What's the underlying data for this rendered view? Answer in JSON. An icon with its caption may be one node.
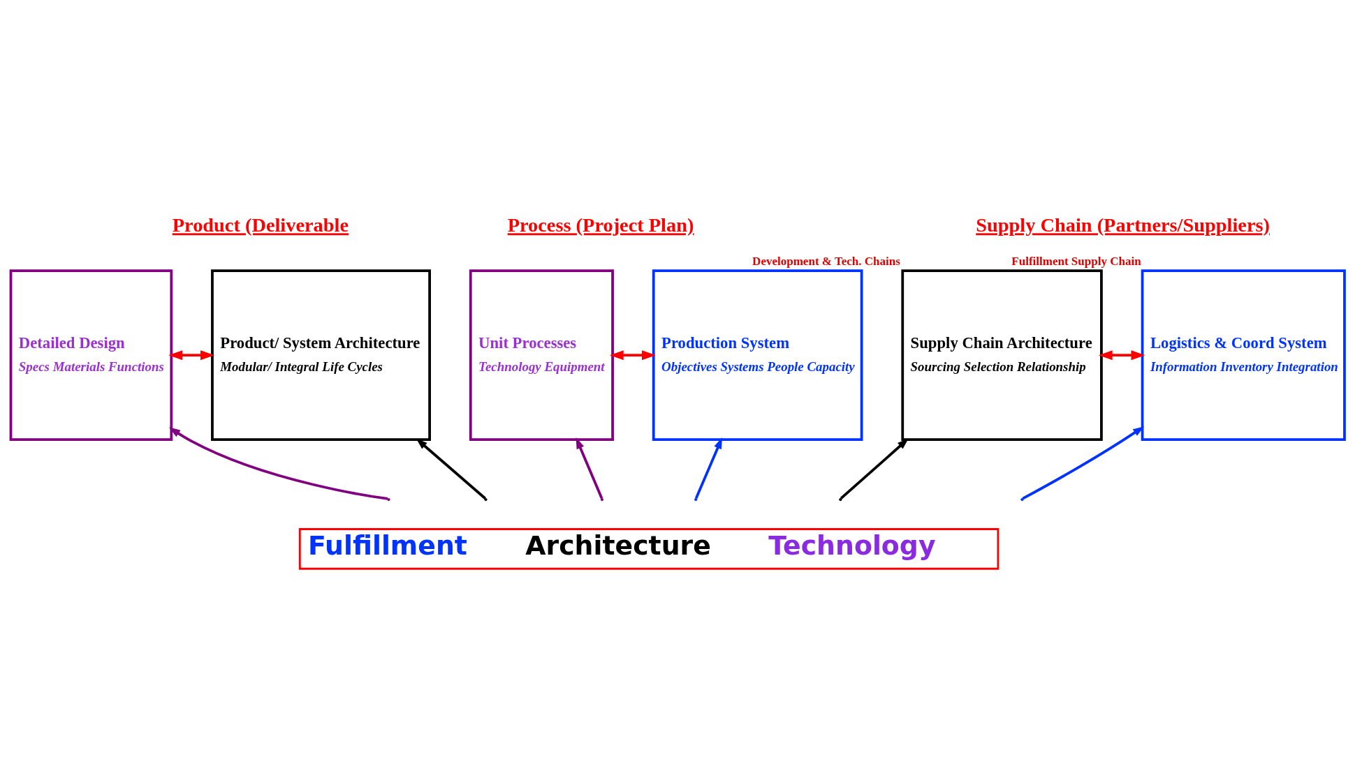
{
  "diagram": {
    "nodes": [
      {
        "text": [
          "Detailed Design",
          "Specs Materials Functions"
        ]
      },
      {
        "text": [
          "Product/ System Architecture",
          "Modular/ Integral Life Cycles"
        ]
      },
      {
        "text": [
          "Unit Processes",
          "Technology Equipment"
        ]
      },
      {
        "text": [
          "Production System",
          "Objectives Systems People Capacity"
        ]
      },
      {
        "text": [
          "Supply Chain Architecture",
          "Sourcing Selection Relationship"
        ],
        "beside": [
          "Development & Tech. Chains"
        ]
      },
      {
        "text": [
          "Logistics & Coord System",
          "Information Inventory Integration"
        ],
        "beside": [
          "Fulfillment Supply Chain"
        ]
      },
      {
        "text": [
          "Fulfillment",
          "Architecture",
          "Technology"
        ]
      }
    ],
    "edges": [
      {
        "from": 0,
        "to": 1,
        "arrow": "both",
        "color": "#ff0000"
      },
      {
        "from": 2,
        "to": 3,
        "arrow": "both",
        "color": "#ff0000"
      },
      {
        "from": 4,
        "to": 5,
        "arrow": "both",
        "color": "#ff0000"
      },
      {
        "from": null,
        "to": 0,
        "arrow": "to",
        "color": "#800080"
      },
      {
        "from": null,
        "to": 2,
        "arrow": "to",
        "color": "#800080"
      },
      {
        "from": null,
        "to": 1,
        "arrow": "to",
        "color": "#000000"
      },
      {
        "from": null,
        "to": 4,
        "arrow": "to",
        "color": "#000000"
      },
      {
        "from": null,
        "to": 3,
        "arrow": "to",
        "color": "#0033ff"
      },
      {
        "from": null,
        "to": 5,
        "arrow": "to",
        "color": "#0033ff"
      }
    ],
    "labels": [
      "Product (Deliverable",
      "Process (Project Plan)",
      "Supply Chain (Partners/Suppliers)"
    ]
  }
}
